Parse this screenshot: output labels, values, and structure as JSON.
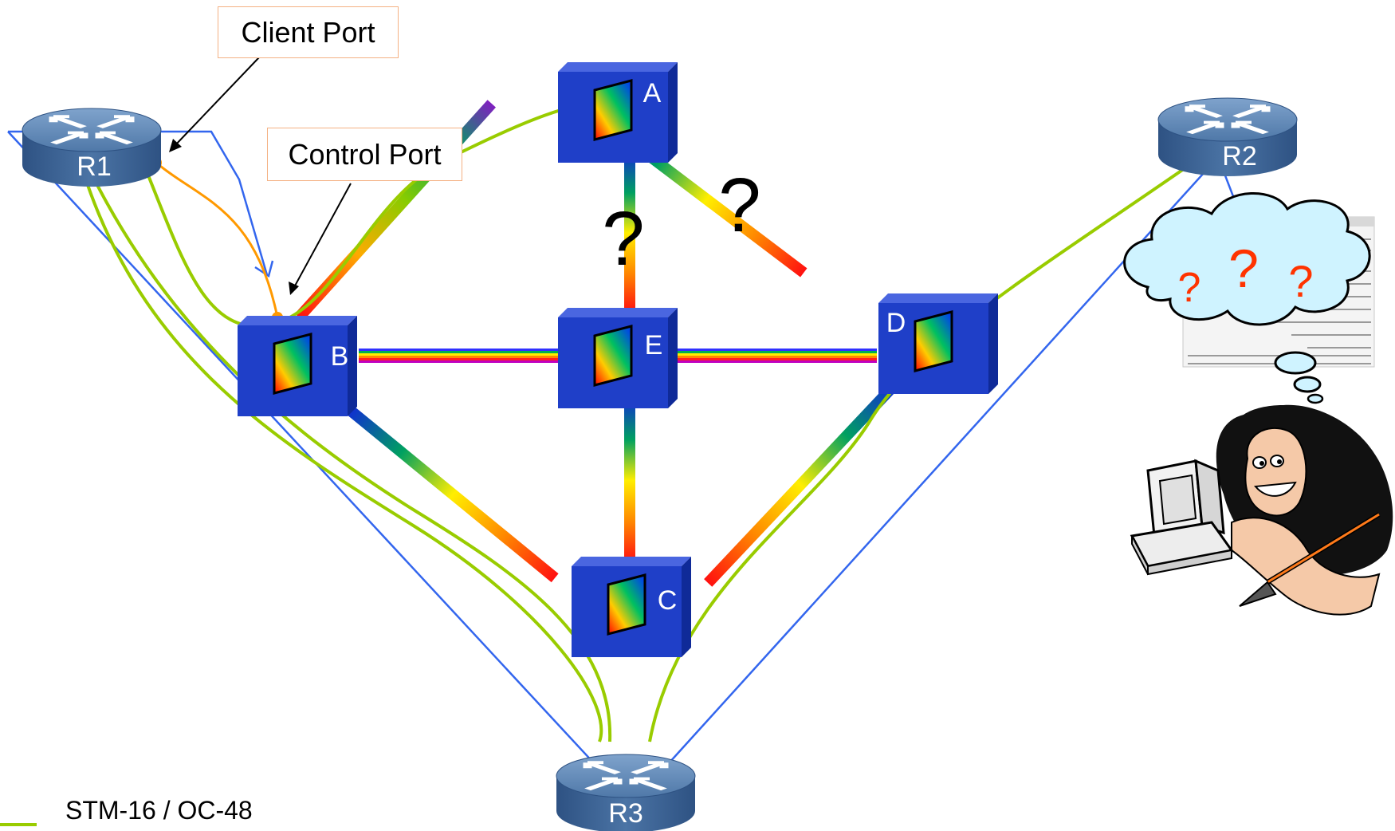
{
  "callouts": {
    "client_port": "Client Port",
    "control_port": "Control Port"
  },
  "routers": {
    "r1": "R1",
    "r2": "R2",
    "r3": "R3"
  },
  "switches": {
    "a": "A",
    "b": "B",
    "c": "C",
    "d": "D",
    "e": "E"
  },
  "question_marks": {
    "ae": "?",
    "ad": "?",
    "cloud_left": "?",
    "cloud_middle": "?",
    "cloud_right": "?"
  },
  "legend": {
    "label": "STM-16 / OC-48",
    "color": "#99cc00"
  },
  "colors": {
    "switch_blue": "#1f3fc8",
    "router_blue": "#3d6596",
    "ip_link": "#3366ee",
    "control_link": "#ff9900",
    "question_red": "#ff3300"
  },
  "icons": {
    "router": "router-icon",
    "switch": "optical-switch-icon",
    "thinking_user": "caveman-at-computer-icon",
    "thought_cloud": "thought-cloud-icon"
  }
}
